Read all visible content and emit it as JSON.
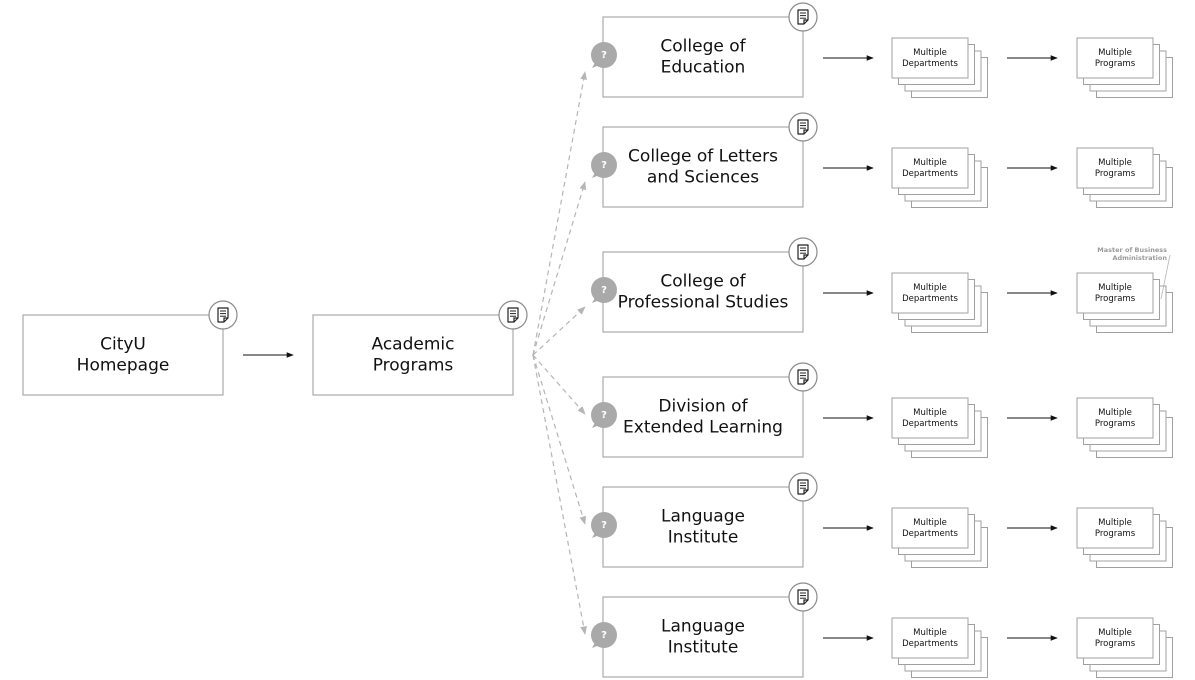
{
  "diagram": {
    "root": {
      "label": [
        "CityU",
        "Homepage"
      ]
    },
    "hub": {
      "label": [
        "Academic",
        "Programs"
      ]
    },
    "colleges": [
      {
        "label": [
          "College of",
          "Education"
        ],
        "departments": [
          "Multiple",
          "Departments"
        ],
        "programs": [
          "Multiple",
          "Programs"
        ]
      },
      {
        "label": [
          "College of Letters",
          "and Sciences"
        ],
        "departments": [
          "Multiple",
          "Departments"
        ],
        "programs": [
          "Multiple",
          "Programs"
        ]
      },
      {
        "label": [
          "College of",
          "Professional Studies"
        ],
        "departments": [
          "Multiple",
          "Departments"
        ],
        "programs": [
          "Multiple",
          "Programs"
        ],
        "annotation": [
          "Master of Business",
          "Administration"
        ]
      },
      {
        "label": [
          "Division of",
          "Extended Learning"
        ],
        "departments": [
          "Multiple",
          "Departments"
        ],
        "programs": [
          "Multiple",
          "Programs"
        ]
      },
      {
        "label": [
          "Language",
          "Institute"
        ],
        "departments": [
          "Multiple",
          "Departments"
        ],
        "programs": [
          "Multiple",
          "Programs"
        ]
      },
      {
        "label": [
          "Language",
          "Institute"
        ],
        "departments": [
          "Multiple",
          "Departments"
        ],
        "programs": [
          "Multiple",
          "Programs"
        ]
      }
    ],
    "question_mark": "?",
    "icons": {
      "page": "document-icon",
      "decision": "question-bubble-icon"
    },
    "colors": {
      "box_stroke": "#9a9a9a",
      "arrow": "#111111",
      "dashed_arrow": "#b5b5b5",
      "bubble": "#a9a9a9",
      "icon_stroke": "#8a8a8a"
    }
  }
}
